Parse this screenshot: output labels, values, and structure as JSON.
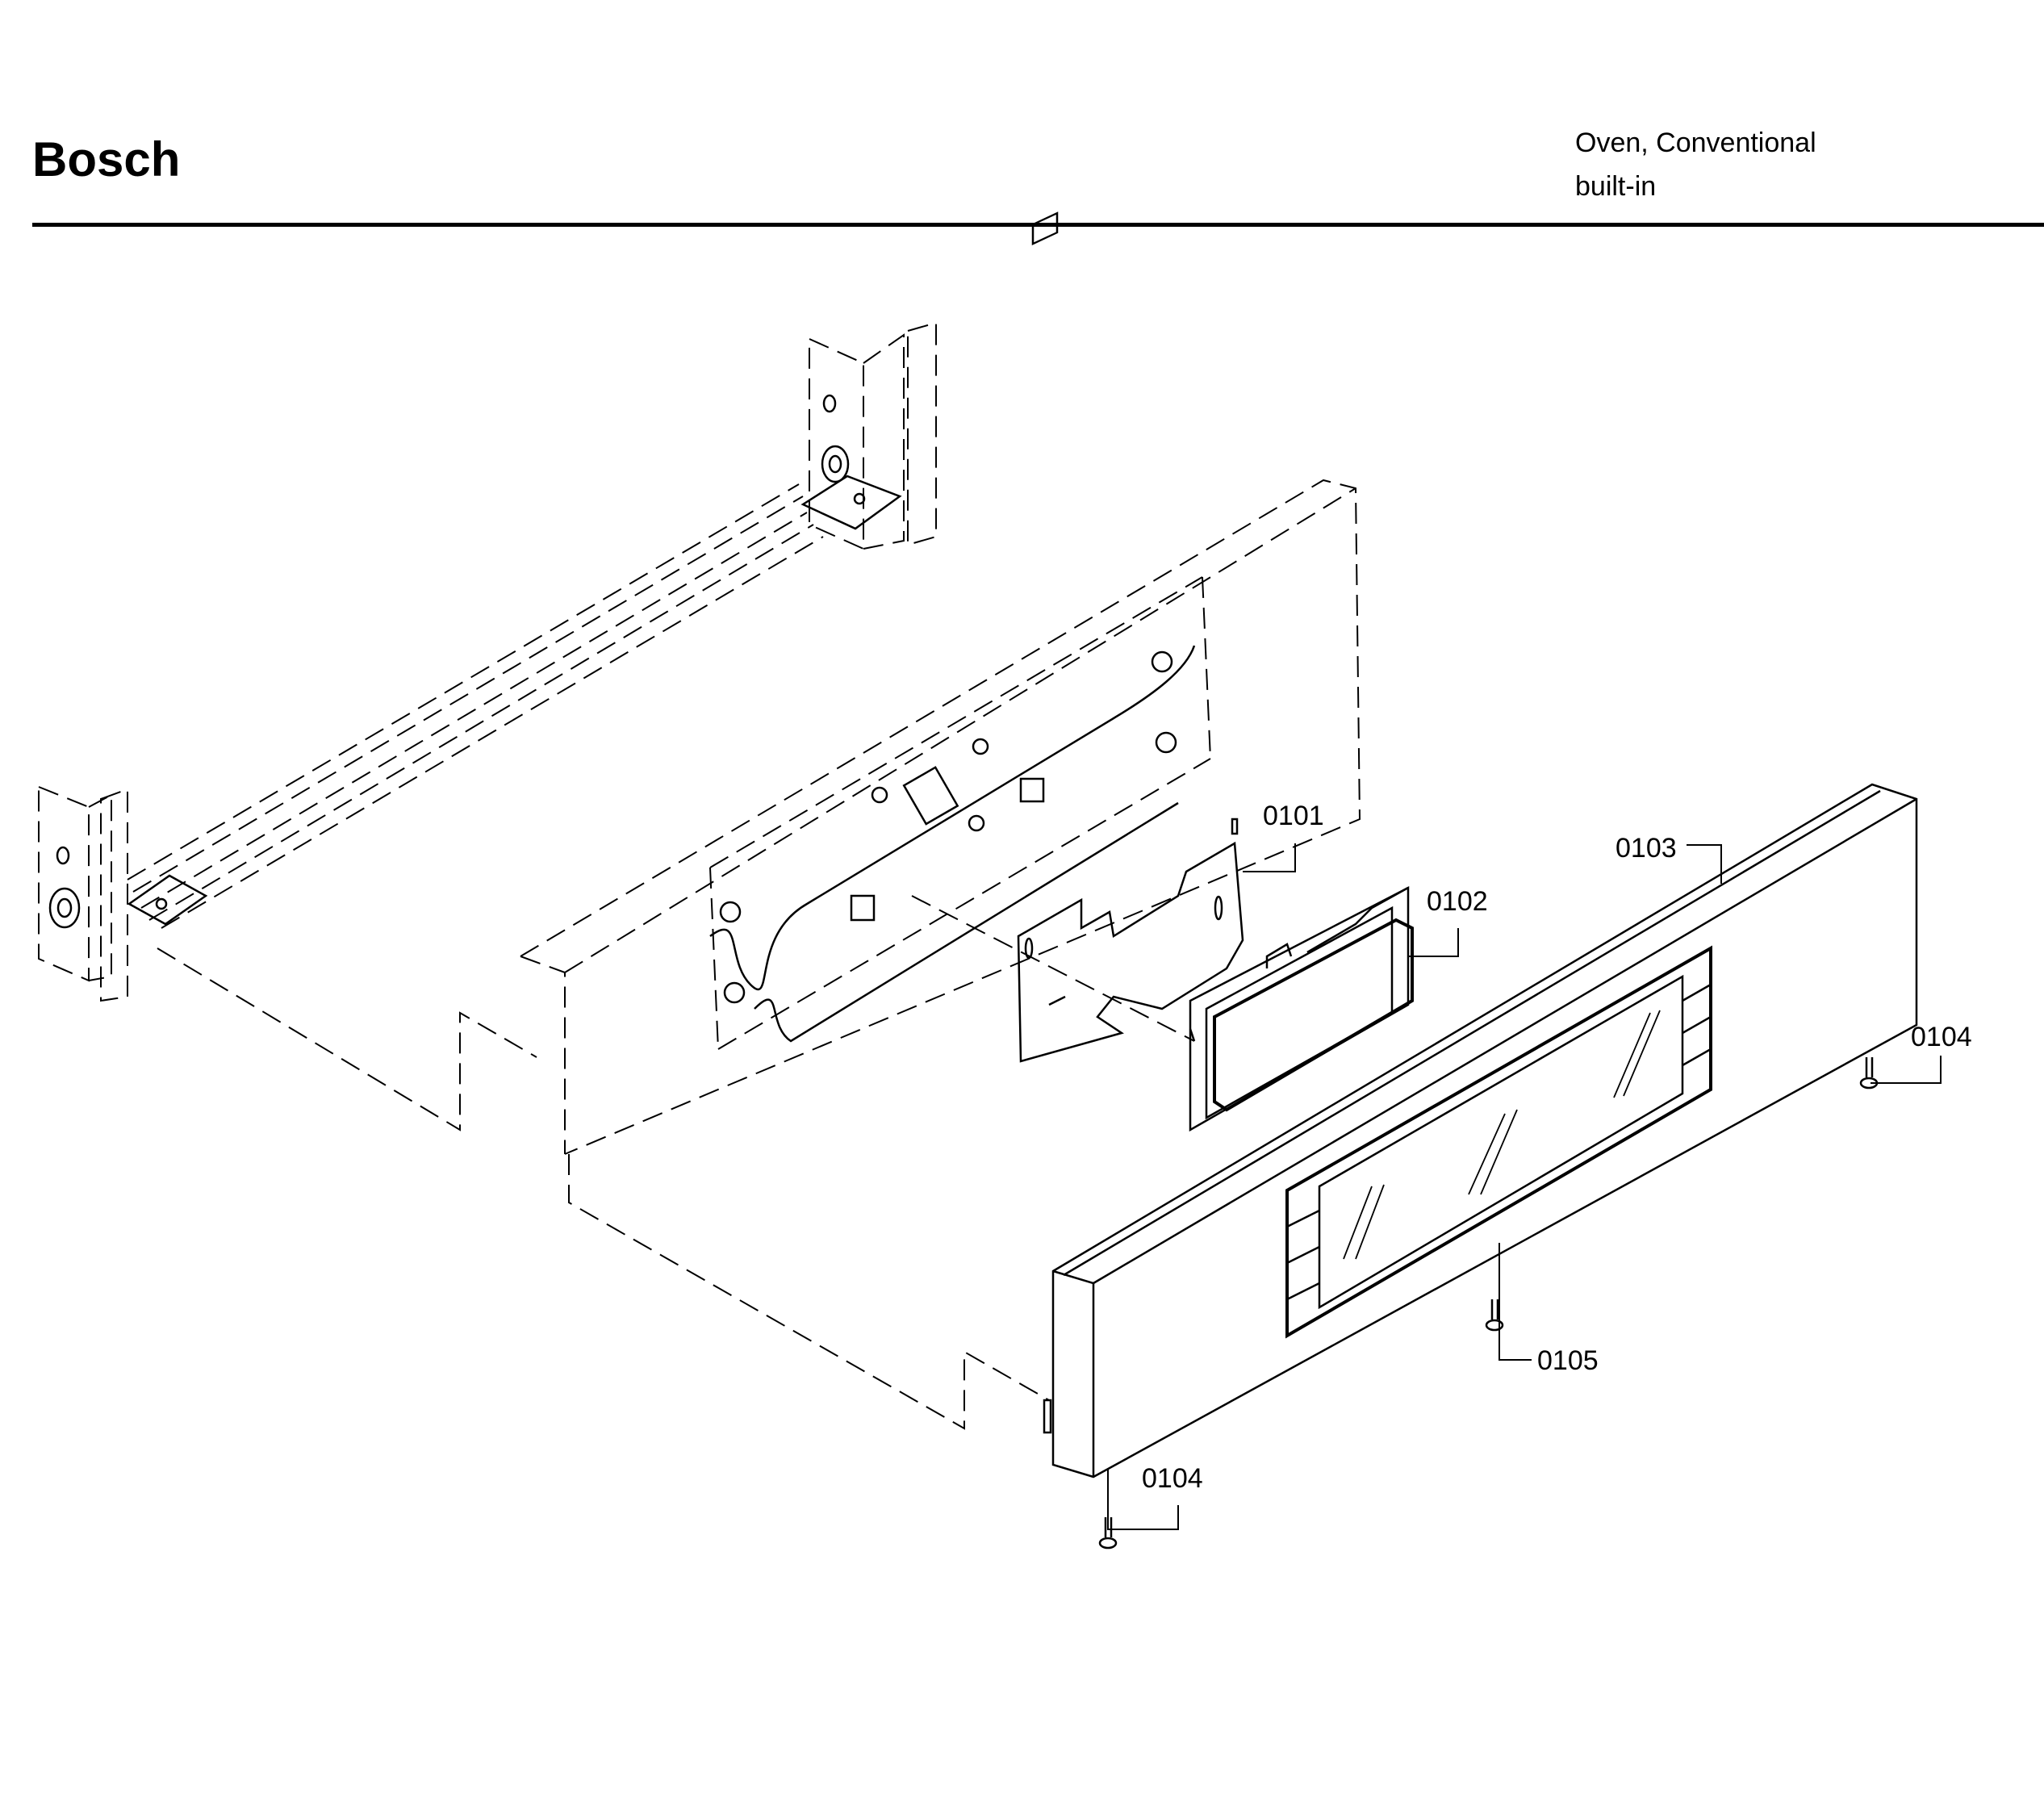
{
  "header": {
    "brand": "Bosch",
    "product_line1": "Oven, Conventional",
    "product_line2": "built-in"
  },
  "callouts": {
    "part_0101": "0101",
    "part_0102": "0102",
    "part_0103": "0103",
    "part_0104_right": "0104",
    "part_0104_bottom": "0104",
    "part_0105": "0105"
  }
}
